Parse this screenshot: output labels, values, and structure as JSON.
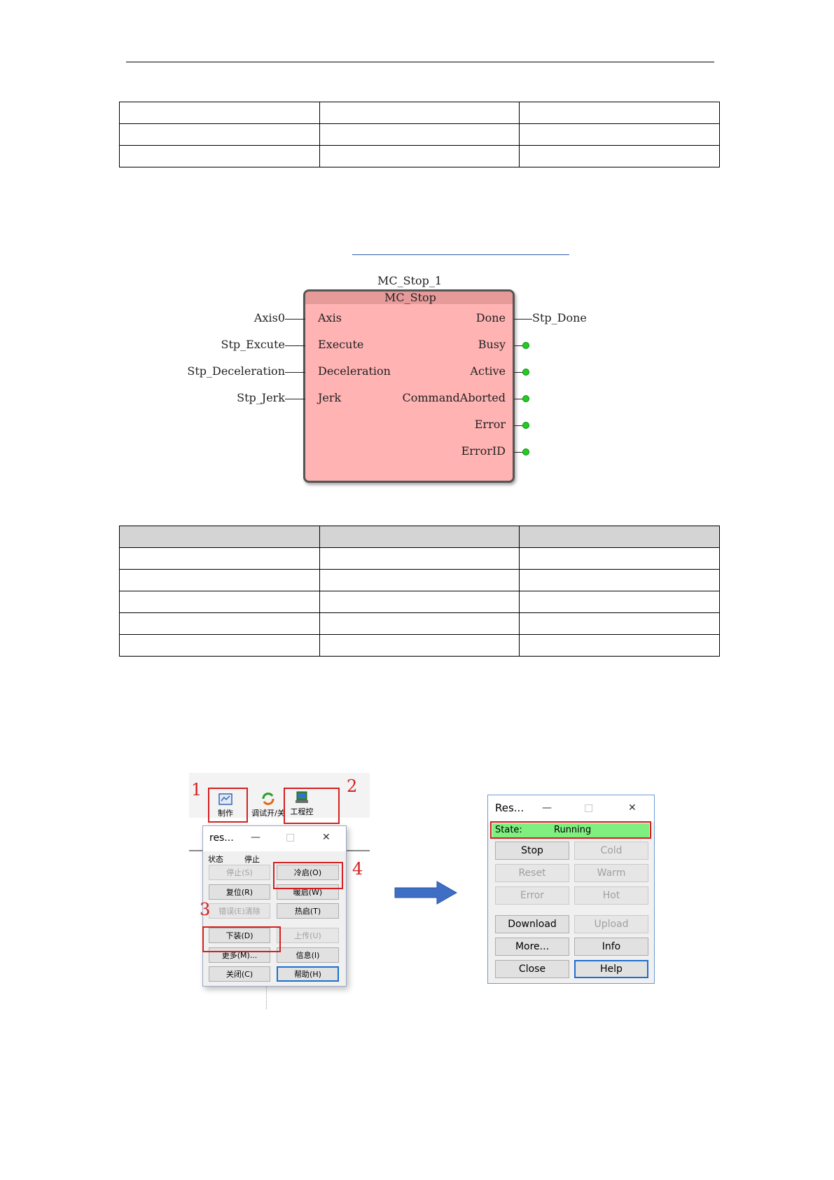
{
  "function_block": {
    "instance_name": "MC_Stop_1",
    "type_name": "MC_Stop",
    "inputs": [
      {
        "pin": "Axis",
        "variable": "Axis0"
      },
      {
        "pin": "Execute",
        "variable": "Stp_Excute"
      },
      {
        "pin": "Deceleration",
        "variable": "Stp_Deceleration"
      },
      {
        "pin": "Jerk",
        "variable": "Stp_Jerk"
      }
    ],
    "outputs": [
      {
        "pin": "Done",
        "variable": "Stp_Done"
      },
      {
        "pin": "Busy",
        "variable": ""
      },
      {
        "pin": "Active",
        "variable": ""
      },
      {
        "pin": "CommandAborted",
        "variable": ""
      },
      {
        "pin": "Error",
        "variable": ""
      },
      {
        "pin": "ErrorID",
        "variable": ""
      }
    ],
    "colors": {
      "body": "#ffb3b3",
      "output_dot": "#22cc22"
    }
  },
  "screenshot_codesys": {
    "toolbar": {
      "build_label": "制作",
      "debug_label": "调试开/关",
      "project_label": "工程控"
    },
    "dialog": {
      "title": "res...",
      "minimize": "—",
      "maximize": "□",
      "close": "✕",
      "state_label": "状态",
      "state_value": "停止",
      "buttons": {
        "stop": "停止(S)",
        "cold": "冷启(O)",
        "reset": "复位(R)",
        "warm": "暖启(W)",
        "error": "错误(E)清除",
        "hot": "热启(T)",
        "download": "下装(D)",
        "upload": "上传(U)",
        "more": "更多(M)...",
        "info": "信息(I)",
        "close": "关闭(C)",
        "help": "帮助(H)"
      }
    },
    "step_numbers": [
      "1",
      "2",
      "3",
      "4"
    ]
  },
  "screenshot_result": {
    "title": "Res...",
    "minimize": "—",
    "maximize": "□",
    "close": "✕",
    "state_label": "State:",
    "state_value": "Running",
    "buttons": {
      "stop": "Stop",
      "cold": "Cold",
      "reset": "Reset",
      "warm": "Warm",
      "error": "Error",
      "hot": "Hot",
      "download": "Download",
      "upload": "Upload",
      "more": "More...",
      "info": "Info",
      "close": "Close",
      "help": "Help"
    },
    "colors": {
      "state_bar": "#7ff07f",
      "highlight": "#d42020",
      "arrow": "#3f6fc4"
    }
  }
}
